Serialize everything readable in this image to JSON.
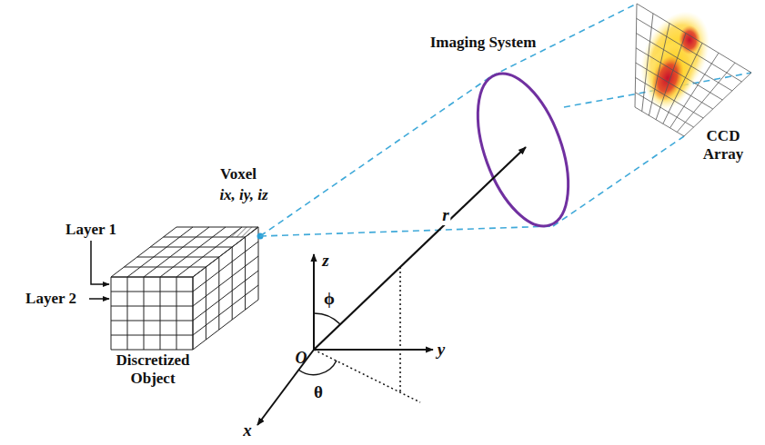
{
  "diagram": {
    "labels": [
      "Layer 1",
      "Layer 2",
      "Discretized Object",
      "Voxel",
      "ix, iy, iz",
      "Imaging System",
      "CCD Array",
      "z",
      "y",
      "x",
      "O",
      "r",
      "ϕ",
      "θ"
    ]
  }
}
